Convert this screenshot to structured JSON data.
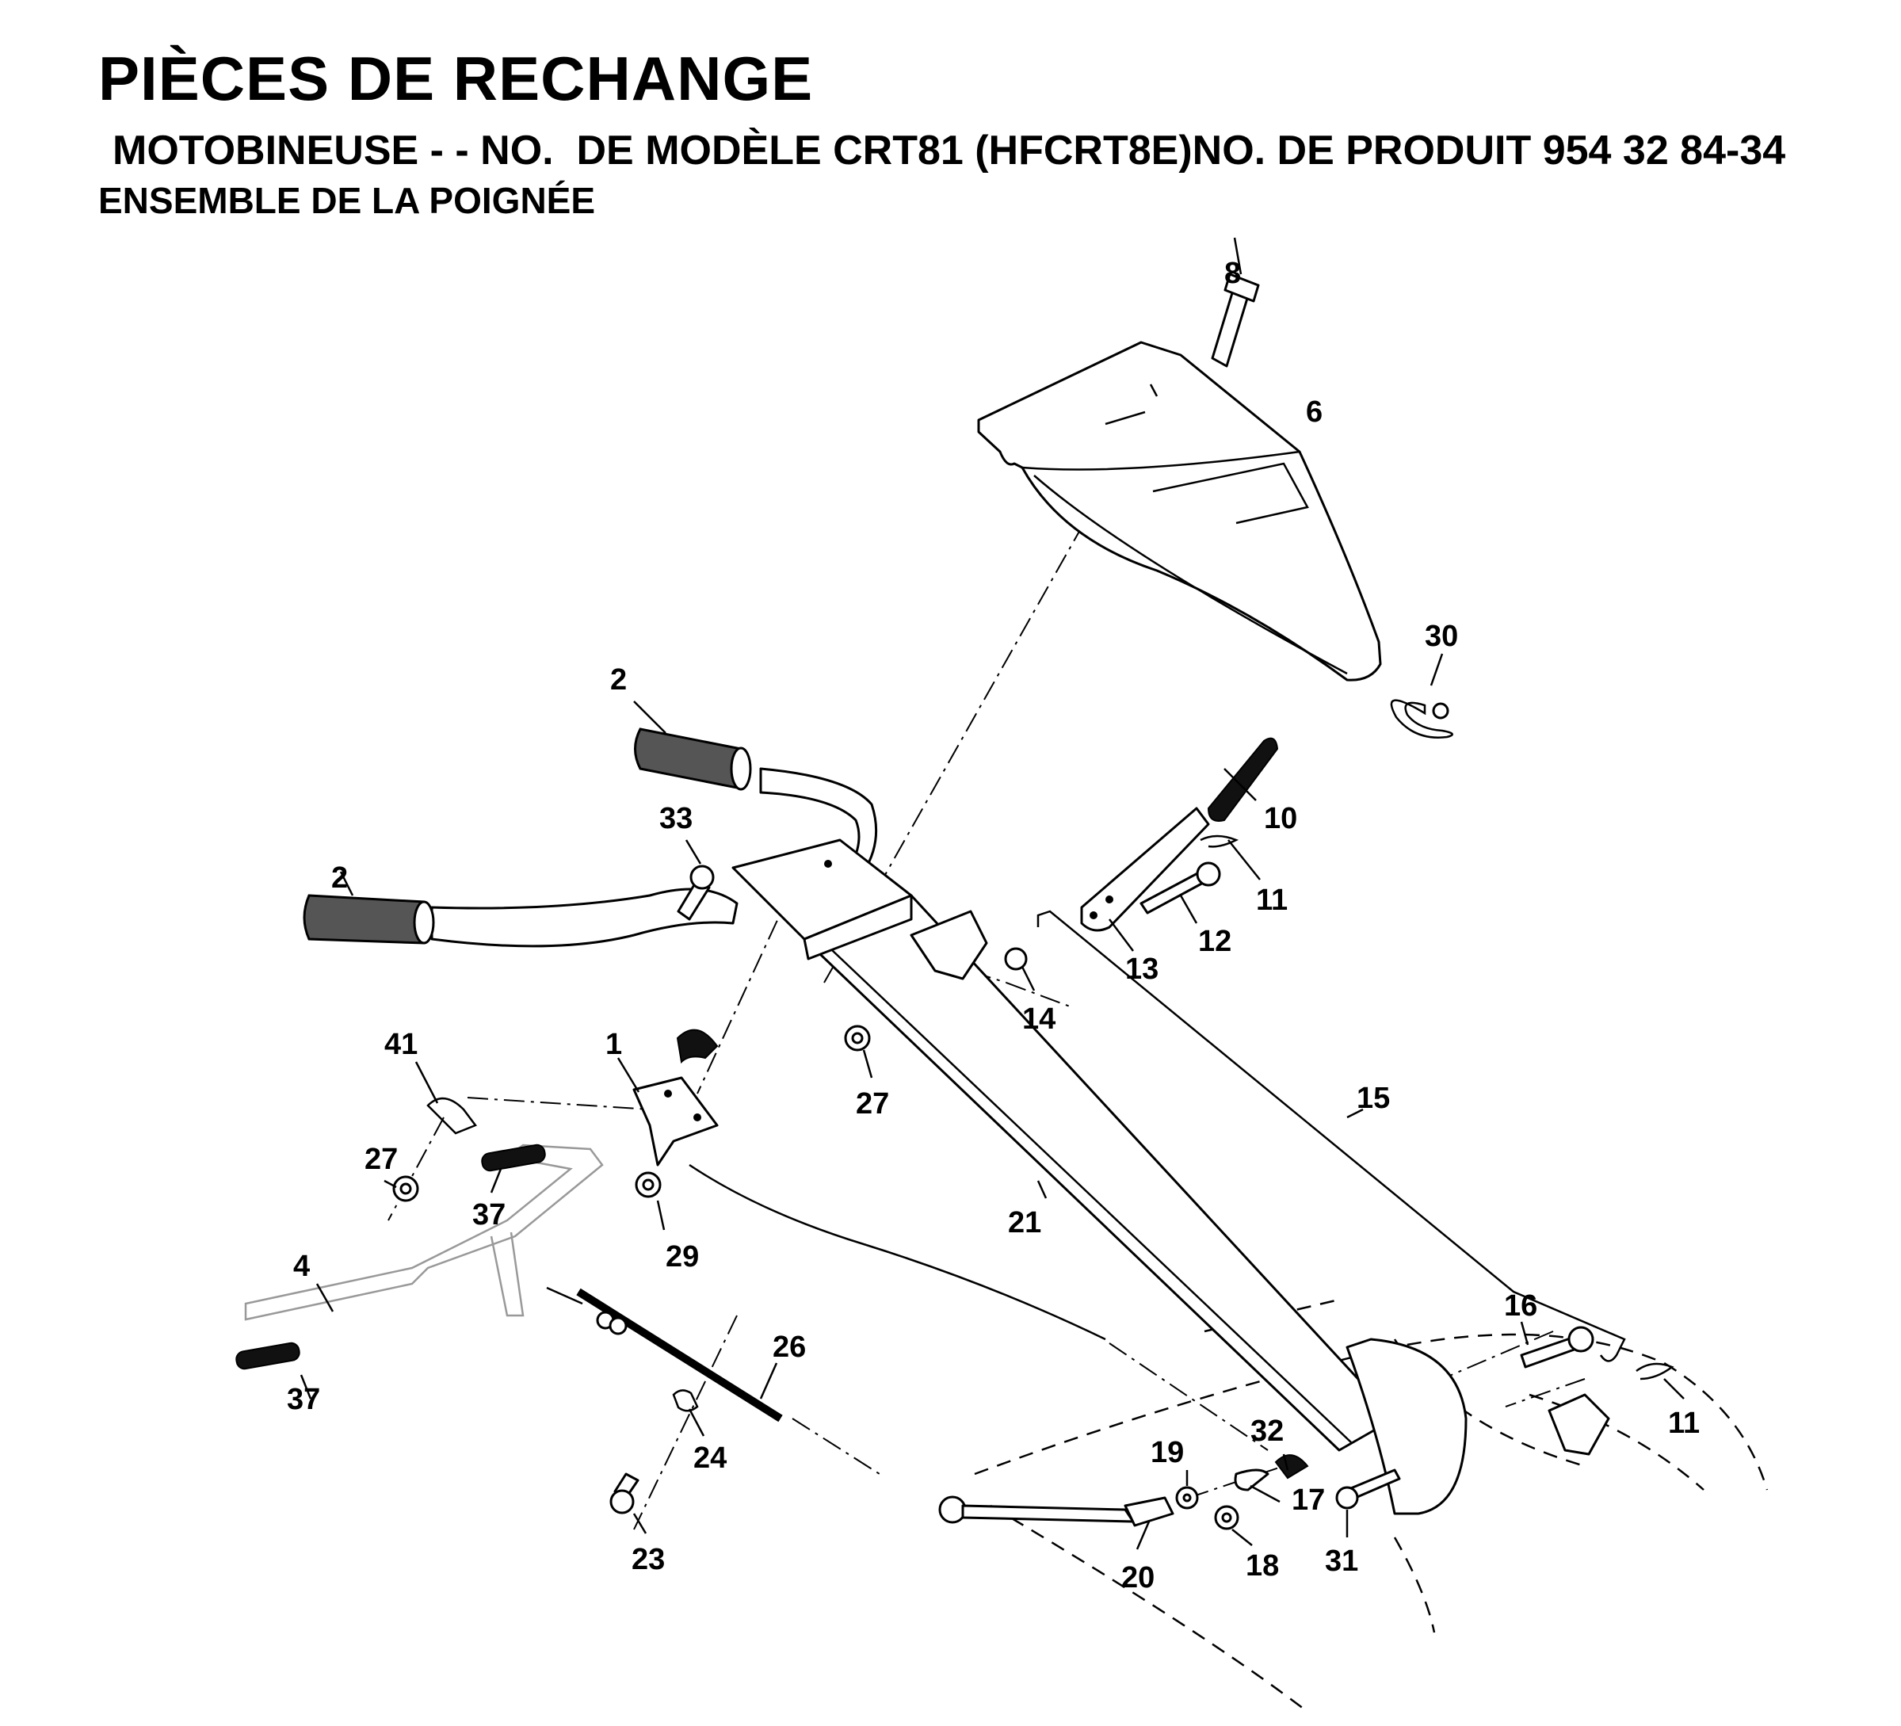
{
  "header": {
    "title": "PIÈCES DE RECHANGE",
    "subtitle": "MOTOBINEUSE - - NO.  DE MODÈLE CRT81 (HFCRT8E)NO. DE PRODUIT 954 32 84-34",
    "section": "ENSEMBLE DE LA POIGNÉE"
  },
  "part_numbers": {
    "p1": "1",
    "p2a": "2",
    "p2b": "2",
    "p4": "4",
    "p6": "6",
    "p8": "8",
    "p10": "10",
    "p11a": "11",
    "p11b": "11",
    "p12": "12",
    "p13": "13",
    "p14": "14",
    "p15": "15",
    "p16": "16",
    "p17": "17",
    "p18": "18",
    "p19": "19",
    "p20": "20",
    "p21": "21",
    "p23": "23",
    "p24": "24",
    "p26": "26",
    "p27a": "27",
    "p27b": "27",
    "p29": "29",
    "p30": "30",
    "p31": "31",
    "p32": "32",
    "p33": "33",
    "p37a": "37",
    "p37b": "37",
    "p41": "41"
  }
}
